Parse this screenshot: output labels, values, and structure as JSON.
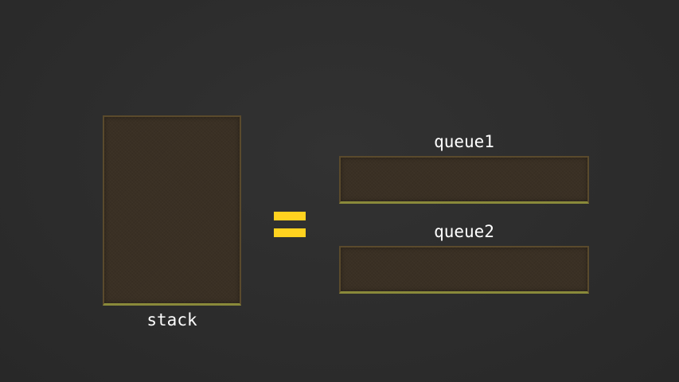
{
  "diagram": {
    "stack": {
      "label": "stack"
    },
    "queues": [
      {
        "label": "queue1"
      },
      {
        "label": "queue2"
      }
    ],
    "relation": {
      "symbol": "equals-icon"
    },
    "colors": {
      "background": "#2d2d2d",
      "container_fill": "#3a3024",
      "container_border": "#5a4a2c",
      "container_bottom_edge": "#8a8a3a",
      "equals_sign": "#ffd21f",
      "label_text": "#ffffff"
    }
  }
}
